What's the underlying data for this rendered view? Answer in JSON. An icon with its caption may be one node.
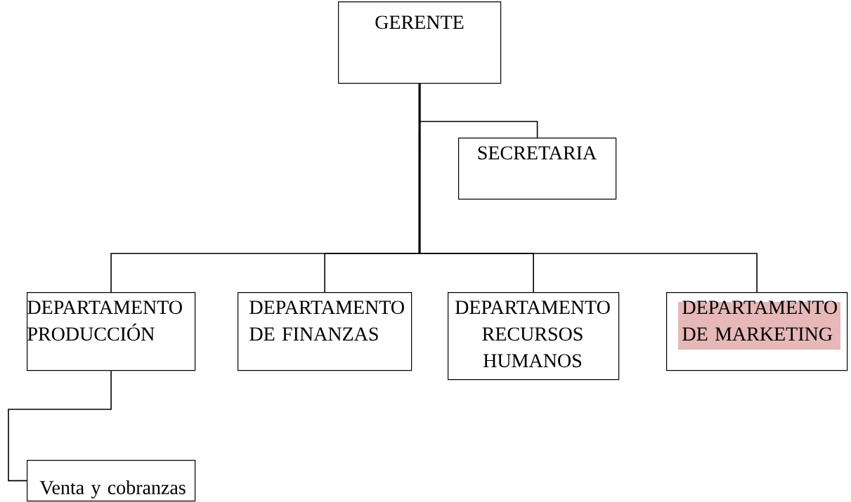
{
  "diagram": {
    "nodes": [
      {
        "text": [
          "GERENTE"
        ]
      },
      {
        "text": [
          "SECRETARIA"
        ]
      },
      {
        "text": [
          "DEPARTAMENTO PRODUCCIÓN"
        ]
      },
      {
        "text": [
          "DEPARTAMENTO DE FINANZAS"
        ]
      },
      {
        "text": [
          "DEPARTAMENTO RECURSOS HUMANOS"
        ]
      },
      {
        "text": [
          "DEPARTAMENTO DE MARKETING"
        ]
      },
      {
        "text": [
          "Venta y cobranzas"
        ]
      }
    ],
    "edges": [
      {
        "from": 0,
        "to": 1,
        "arrow": "none"
      },
      {
        "from": 0,
        "to": 2,
        "arrow": "none"
      },
      {
        "from": 0,
        "to": 3,
        "arrow": "none"
      },
      {
        "from": 0,
        "to": 4,
        "arrow": "none"
      },
      {
        "from": 0,
        "to": 5,
        "arrow": "none"
      },
      {
        "from": 2,
        "to": 6,
        "arrow": "none"
      }
    ]
  }
}
